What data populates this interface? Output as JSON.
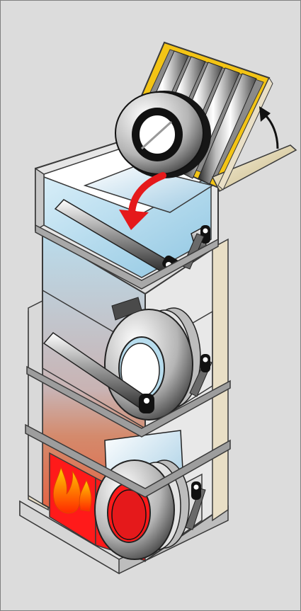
{
  "diagram": {
    "components": [
      {
        "id": "loading-tray",
        "icon": "tilting-loading-tray"
      },
      {
        "id": "tilt-arrow",
        "icon": "curved-rotation-arrow-icon"
      },
      {
        "id": "drop-arrow",
        "icon": "drop-down-arrow-icon"
      },
      {
        "id": "feed-ring",
        "icon": "ring-icon"
      },
      {
        "id": "top-chamber",
        "icon": "cool-chamber"
      },
      {
        "id": "middle-chamber",
        "icon": "warming-chamber"
      },
      {
        "id": "bottom-chamber",
        "icon": "furnace-chamber"
      },
      {
        "id": "flame",
        "icon": "flame-icon"
      }
    ],
    "colors": {
      "frame": "#808080",
      "outer_bg": "#dcdcdc",
      "cool": "#b9dcec",
      "warm": "#c9866b",
      "hot": "#ff1a1a",
      "tray_yellow": "#f3c415",
      "arrow_red": "#e5191b",
      "insulation": "#e9dfc6",
      "ring_dark": "#161616",
      "ring_light": "#efefef",
      "base": "#bdbdbd"
    }
  }
}
